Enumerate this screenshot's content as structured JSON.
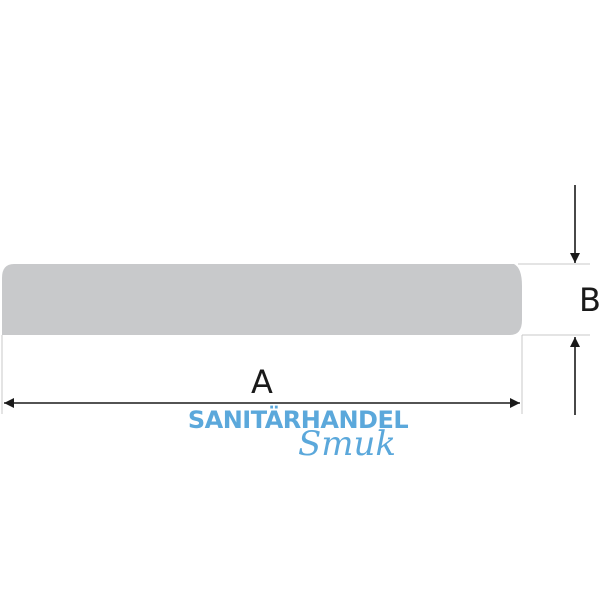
{
  "labels": {
    "length": "A",
    "thickness": "B"
  },
  "logo": {
    "line1": "SANITÄRHANDEL",
    "line2": "Smuk"
  },
  "colors": {
    "profile_fill": "#c8c9cb",
    "line": "#1a1a1a",
    "extension_line": "#c8c8c8",
    "logo": "#4a9fd8"
  }
}
